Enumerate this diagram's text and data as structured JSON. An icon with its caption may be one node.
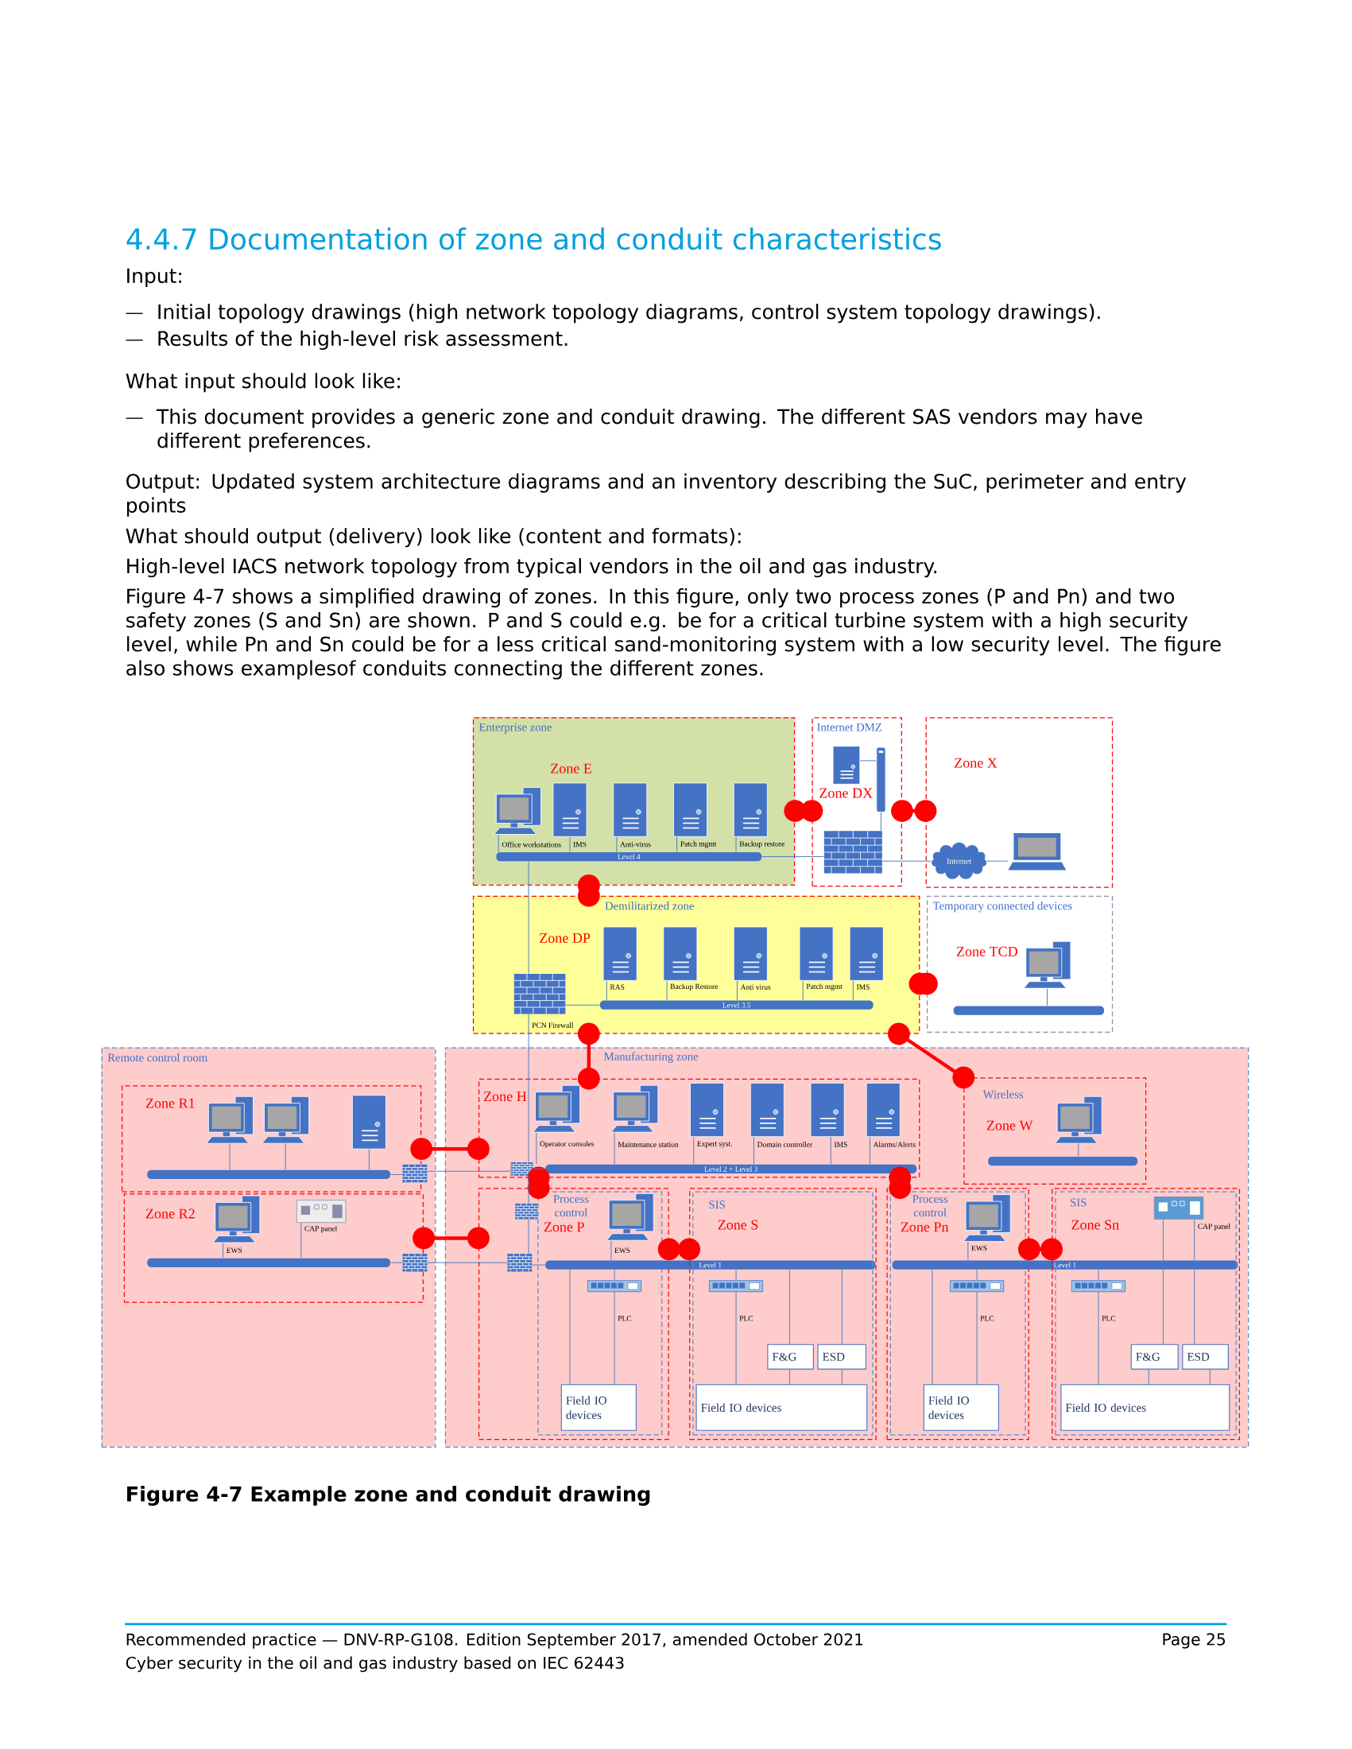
{
  "diagram": {
    "title": "4.4.7 Documentation of zone and conduit characteristics",
    "caption": "Figure 4-7 Example zone and conduit drawing",
    "nodes": [
      {
        "text": [
          "Enterprise zone",
          "Zone E"
        ]
      },
      {
        "text": [
          "Level 4"
        ],
        "in": 0
      },
      {
        "text": [
          "Internet DMZ",
          "Zone DX"
        ]
      },
      {
        "text": [
          "Zone X"
        ]
      },
      {
        "text": [
          "Internet"
        ],
        "in": 3
      },
      {
        "text": [
          "Demilitarized zone",
          "Zone DP"
        ]
      },
      {
        "text": [
          "Level 3.5"
        ],
        "in": 5
      },
      {
        "text": [
          "Temporary connected devices",
          "Zone TCD"
        ]
      },
      {
        "text": [],
        "shape": "bar",
        "in": 7
      },
      {
        "text": [
          "Remote control room"
        ]
      },
      {
        "text": [
          "Zone R1"
        ],
        "in": 9
      },
      {
        "text": [],
        "shape": "bar",
        "in": 10
      },
      {
        "text": [
          "Zone R2"
        ],
        "in": 9
      },
      {
        "text": [],
        "shape": "bar",
        "in": 12
      },
      {
        "text": [
          "Manufacturing zone"
        ]
      },
      {
        "text": [
          "Zone H"
        ],
        "in": 14
      },
      {
        "text": [
          "Level 2 + Level 3"
        ],
        "in": 15
      },
      {
        "text": [
          "Wireless",
          "Zone W"
        ],
        "in": 14
      },
      {
        "text": [],
        "shape": "bar",
        "in": 17
      },
      {
        "text": [],
        "shape": "box",
        "in": 14
      },
      {
        "text": [
          "Process control",
          "Zone P"
        ],
        "in": 19
      },
      {
        "text": [
          "Level 1"
        ],
        "in": 14
      },
      {
        "text": [
          "Field IO devices"
        ],
        "in": 20
      },
      {
        "text": [],
        "shape": "box",
        "in": 14
      },
      {
        "text": [
          "SIS",
          "Zone S"
        ],
        "in": 23
      },
      {
        "text": [
          "F&G"
        ],
        "in": 24
      },
      {
        "text": [
          "ESD"
        ],
        "in": 24
      },
      {
        "text": [
          "Field IO devices"
        ],
        "in": 24
      },
      {
        "text": [],
        "shape": "box",
        "in": 14
      },
      {
        "text": [
          "Process control",
          "Zone Pn"
        ],
        "in": 28
      },
      {
        "text": [
          "Level 1"
        ],
        "in": 14
      },
      {
        "text": [
          "Field IO devices"
        ],
        "in": 29
      },
      {
        "text": [],
        "shape": "box",
        "in": 14
      },
      {
        "text": [
          "SIS",
          "Zone Sn"
        ],
        "in": 32
      },
      {
        "text": [
          "F&G"
        ],
        "in": 33
      },
      {
        "text": [
          "ESD"
        ],
        "in": 33
      },
      {
        "text": [
          "Field IO devices"
        ],
        "in": 33
      },
      {
        "text": [],
        "shape": "picture",
        "in": 0,
        "beside": [
          "Office workstations"
        ]
      },
      {
        "text": [],
        "shape": "picture",
        "in": 0,
        "beside": [
          "IMS"
        ]
      },
      {
        "text": [],
        "shape": "picture",
        "in": 0,
        "beside": [
          "Anti-virus"
        ]
      },
      {
        "text": [],
        "shape": "picture",
        "in": 0,
        "beside": [
          "Patch mgmt"
        ]
      },
      {
        "text": [],
        "shape": "picture",
        "in": 0,
        "beside": [
          "Backup restore"
        ]
      },
      {
        "text": [],
        "shape": "picture",
        "in": 2
      },
      {
        "text": [],
        "shape": "picture",
        "in": 2
      },
      {
        "text": [],
        "shape": "picture",
        "in": 2
      },
      {
        "text": [],
        "shape": "picture",
        "in": 3
      },
      {
        "text": [],
        "shape": "picture",
        "in": 5,
        "beside": [
          "PCN Firewall"
        ]
      },
      {
        "text": [],
        "shape": "picture",
        "in": 5,
        "beside": [
          "RAS"
        ]
      },
      {
        "text": [],
        "shape": "picture",
        "in": 5,
        "beside": [
          "Backup Restore"
        ]
      },
      {
        "text": [],
        "shape": "picture",
        "in": 5,
        "beside": [
          "Anti virus"
        ]
      },
      {
        "text": [],
        "shape": "picture",
        "in": 5,
        "beside": [
          "Patch mgmt"
        ]
      },
      {
        "text": [],
        "shape": "picture",
        "in": 5,
        "beside": [
          "IMS"
        ]
      },
      {
        "text": [],
        "shape": "picture",
        "in": 7
      },
      {
        "text": [],
        "shape": "picture",
        "in": 10
      },
      {
        "text": [],
        "shape": "picture",
        "in": 10
      },
      {
        "text": [],
        "shape": "picture",
        "in": 10
      },
      {
        "text": [],
        "shape": "picture",
        "in": 9
      },
      {
        "text": [],
        "shape": "picture",
        "in": 12,
        "beside": [
          "EWS"
        ]
      },
      {
        "text": [],
        "shape": "picture",
        "in": 12,
        "beside": [
          "CAP panel"
        ]
      },
      {
        "text": [],
        "shape": "picture",
        "in": 9
      },
      {
        "text": [],
        "shape": "picture",
        "in": 15,
        "beside": [
          "Operator consoles"
        ]
      },
      {
        "text": [],
        "shape": "picture",
        "in": 15,
        "beside": [
          "Maintenance station"
        ]
      },
      {
        "text": [],
        "shape": "picture",
        "in": 15,
        "beside": [
          "Expert syst."
        ]
      },
      {
        "text": [],
        "shape": "picture",
        "in": 15,
        "beside": [
          "Domain controller"
        ]
      },
      {
        "text": [],
        "shape": "picture",
        "in": 15,
        "beside": [
          "IMS"
        ]
      },
      {
        "text": [],
        "shape": "picture",
        "in": 15,
        "beside": [
          "Alarms/Alerts"
        ]
      },
      {
        "text": [],
        "shape": "picture",
        "in": 15
      },
      {
        "text": [],
        "shape": "picture",
        "in": 17
      },
      {
        "text": [],
        "shape": "picture",
        "in": 19
      },
      {
        "text": [],
        "shape": "picture",
        "in": 19
      },
      {
        "text": [],
        "shape": "picture",
        "in": 20,
        "beside": [
          "EWS"
        ]
      },
      {
        "text": [],
        "shape": "picture",
        "in": 20,
        "beside": [
          "PLC"
        ]
      },
      {
        "text": [],
        "shape": "picture",
        "in": 24,
        "beside": [
          "PLC"
        ]
      },
      {
        "text": [],
        "shape": "picture",
        "in": 29,
        "beside": [
          "EWS"
        ]
      },
      {
        "text": [],
        "shape": "picture",
        "in": 29,
        "beside": [
          "PLC"
        ]
      },
      {
        "text": [],
        "shape": "picture",
        "in": 33,
        "beside": [
          "CAP panel"
        ]
      },
      {
        "text": [],
        "shape": "picture",
        "in": 33,
        "beside": [
          "PLC"
        ]
      }
    ],
    "edges": [
      {
        "from": 0,
        "to": 2,
        "arrow": "other",
        "style": "thick",
        "color": "#ff0000"
      },
      {
        "from": 2,
        "to": 3,
        "arrow": "other",
        "style": "thick",
        "color": "#ff0000"
      },
      {
        "from": 0,
        "to": 5,
        "arrow": "other",
        "style": "thick",
        "color": "#ff0000"
      },
      {
        "from": 5,
        "to": 7,
        "arrow": "other",
        "style": "thick",
        "color": "#ff0000"
      },
      {
        "from": 5,
        "to": 15,
        "arrow": "other",
        "style": "thick",
        "color": "#ff0000"
      },
      {
        "from": 5,
        "to": 17,
        "arrow": "other",
        "style": "thick",
        "color": "#ff0000"
      },
      {
        "from": 10,
        "to": 15,
        "arrow": "other",
        "style": "thick",
        "color": "#ff0000"
      },
      {
        "from": 12,
        "to": 19,
        "arrow": "other",
        "style": "thick",
        "color": "#ff0000"
      },
      {
        "from": 15,
        "to": 19,
        "arrow": "other",
        "style": "thick",
        "color": "#ff0000"
      },
      {
        "from": 15,
        "to": 28,
        "arrow": "other",
        "style": "thick",
        "color": "#ff0000"
      },
      {
        "from": 19,
        "to": 23,
        "arrow": "other",
        "style": "thick",
        "color": "#ff0000"
      },
      {
        "from": 28,
        "to": 32,
        "arrow": "other",
        "style": "thick",
        "color": "#ff0000"
      },
      {
        "from": 1,
        "to": 44,
        "arrow": "none"
      },
      {
        "from": 44,
        "to": 4,
        "arrow": "none"
      },
      {
        "from": 4,
        "to": 45,
        "arrow": "none"
      },
      {
        "from": 42,
        "to": 43,
        "arrow": "none"
      },
      {
        "from": 43,
        "to": 44,
        "arrow": "none"
      },
      {
        "from": 37,
        "to": 1,
        "arrow": "none"
      },
      {
        "from": 38,
        "to": 1,
        "arrow": "none"
      },
      {
        "from": 39,
        "to": 1,
        "arrow": "none"
      },
      {
        "from": 40,
        "to": 1,
        "arrow": "none"
      },
      {
        "from": 41,
        "to": 1,
        "arrow": "none"
      },
      {
        "from": 1,
        "to": 46,
        "arrow": "none"
      },
      {
        "from": 46,
        "to": 6,
        "arrow": "none"
      },
      {
        "from": 47,
        "to": 6,
        "arrow": "none"
      },
      {
        "from": 48,
        "to": 6,
        "arrow": "none"
      },
      {
        "from": 49,
        "to": 6,
        "arrow": "none"
      },
      {
        "from": 50,
        "to": 6,
        "arrow": "none"
      },
      {
        "from": 51,
        "to": 6,
        "arrow": "none"
      },
      {
        "from": 52,
        "to": 8,
        "arrow": "none"
      },
      {
        "from": 53,
        "to": 11,
        "arrow": "none"
      },
      {
        "from": 54,
        "to": 11,
        "arrow": "none"
      },
      {
        "from": 55,
        "to": 11,
        "arrow": "none"
      },
      {
        "from": 11,
        "to": 56,
        "arrow": "none"
      },
      {
        "from": 56,
        "to": 66,
        "arrow": "none"
      },
      {
        "from": 57,
        "to": 13,
        "arrow": "none"
      },
      {
        "from": 58,
        "to": 13,
        "arrow": "none"
      },
      {
        "from": 13,
        "to": 59,
        "arrow": "none"
      },
      {
        "from": 59,
        "to": 69,
        "arrow": "none"
      },
      {
        "from": 46,
        "to": 66,
        "arrow": "none"
      },
      {
        "from": 60,
        "to": 16,
        "arrow": "none"
      },
      {
        "from": 61,
        "to": 16,
        "arrow": "none"
      },
      {
        "from": 62,
        "to": 16,
        "arrow": "none"
      },
      {
        "from": 63,
        "to": 16,
        "arrow": "none"
      },
      {
        "from": 64,
        "to": 16,
        "arrow": "none"
      },
      {
        "from": 65,
        "to": 16,
        "arrow": "none"
      },
      {
        "from": 66,
        "to": 16,
        "arrow": "none"
      },
      {
        "from": 66,
        "to": 68,
        "arrow": "none"
      },
      {
        "from": 68,
        "to": 69,
        "arrow": "none"
      },
      {
        "from": 69,
        "to": 21,
        "arrow": "none"
      },
      {
        "from": 67,
        "to": 18,
        "arrow": "none"
      },
      {
        "from": 70,
        "to": 21,
        "arrow": "none"
      },
      {
        "from": 71,
        "to": 21,
        "arrow": "none"
      },
      {
        "from": 71,
        "to": 22,
        "arrow": "none"
      },
      {
        "from": 22,
        "to": 21,
        "arrow": "none"
      },
      {
        "from": 72,
        "to": 21,
        "arrow": "none"
      },
      {
        "from": 72,
        "to": 27,
        "arrow": "none"
      },
      {
        "from": 25,
        "to": 27,
        "arrow": "none"
      },
      {
        "from": 26,
        "to": 27,
        "arrow": "none"
      },
      {
        "from": 25,
        "to": 21,
        "arrow": "none"
      },
      {
        "from": 26,
        "to": 21,
        "arrow": "none"
      },
      {
        "from": 73,
        "to": 30,
        "arrow": "none"
      },
      {
        "from": 74,
        "to": 30,
        "arrow": "none"
      },
      {
        "from": 74,
        "to": 31,
        "arrow": "none"
      },
      {
        "from": 31,
        "to": 30,
        "arrow": "none"
      },
      {
        "from": 76,
        "to": 30,
        "arrow": "none"
      },
      {
        "from": 76,
        "to": 36,
        "arrow": "none"
      },
      {
        "from": 75,
        "to": 30,
        "arrow": "none"
      },
      {
        "from": 75,
        "to": 30,
        "arrow": "none"
      },
      {
        "from": 34,
        "to": 30,
        "arrow": "none"
      },
      {
        "from": 35,
        "to": 30,
        "arrow": "none"
      },
      {
        "from": 34,
        "to": 36,
        "arrow": "none"
      },
      {
        "from": 35,
        "to": 36,
        "arrow": "none"
      }
    ],
    "labels": [
      "Input:",
      "Initial topology drawings (high network topology diagrams, control system topology drawings).",
      "Results of the high-level risk assessment.",
      "What input should look like:",
      "This document provides a generic zone and conduit drawing. The different SAS vendors may have different preferences.",
      "Output: Updated system architecture diagrams and an inventory describing the SuC, perimeter and entry points",
      "What should output (delivery) look like (content and formats):",
      "High-level IACS network topology from typical vendors in the oil and gas industry.",
      "Figure 4-7 shows a simplified drawing of zones. In this figure, only two process zones (P and Pn) and two safety zones (S and Sn) are shown. P and S could e.g. be for a critical turbine system with a high security level, while Pn and Sn could be for a less critical sand-monitoring system with a low security level. The figure also shows examplesof conduits connecting the different zones.",
      "Recommended practice — DNV-RP-G108. Edition September 2017, amended October 2021",
      "Page 25",
      "Cyber security in the oil and gas industry based on IEC 62443"
    ]
  }
}
